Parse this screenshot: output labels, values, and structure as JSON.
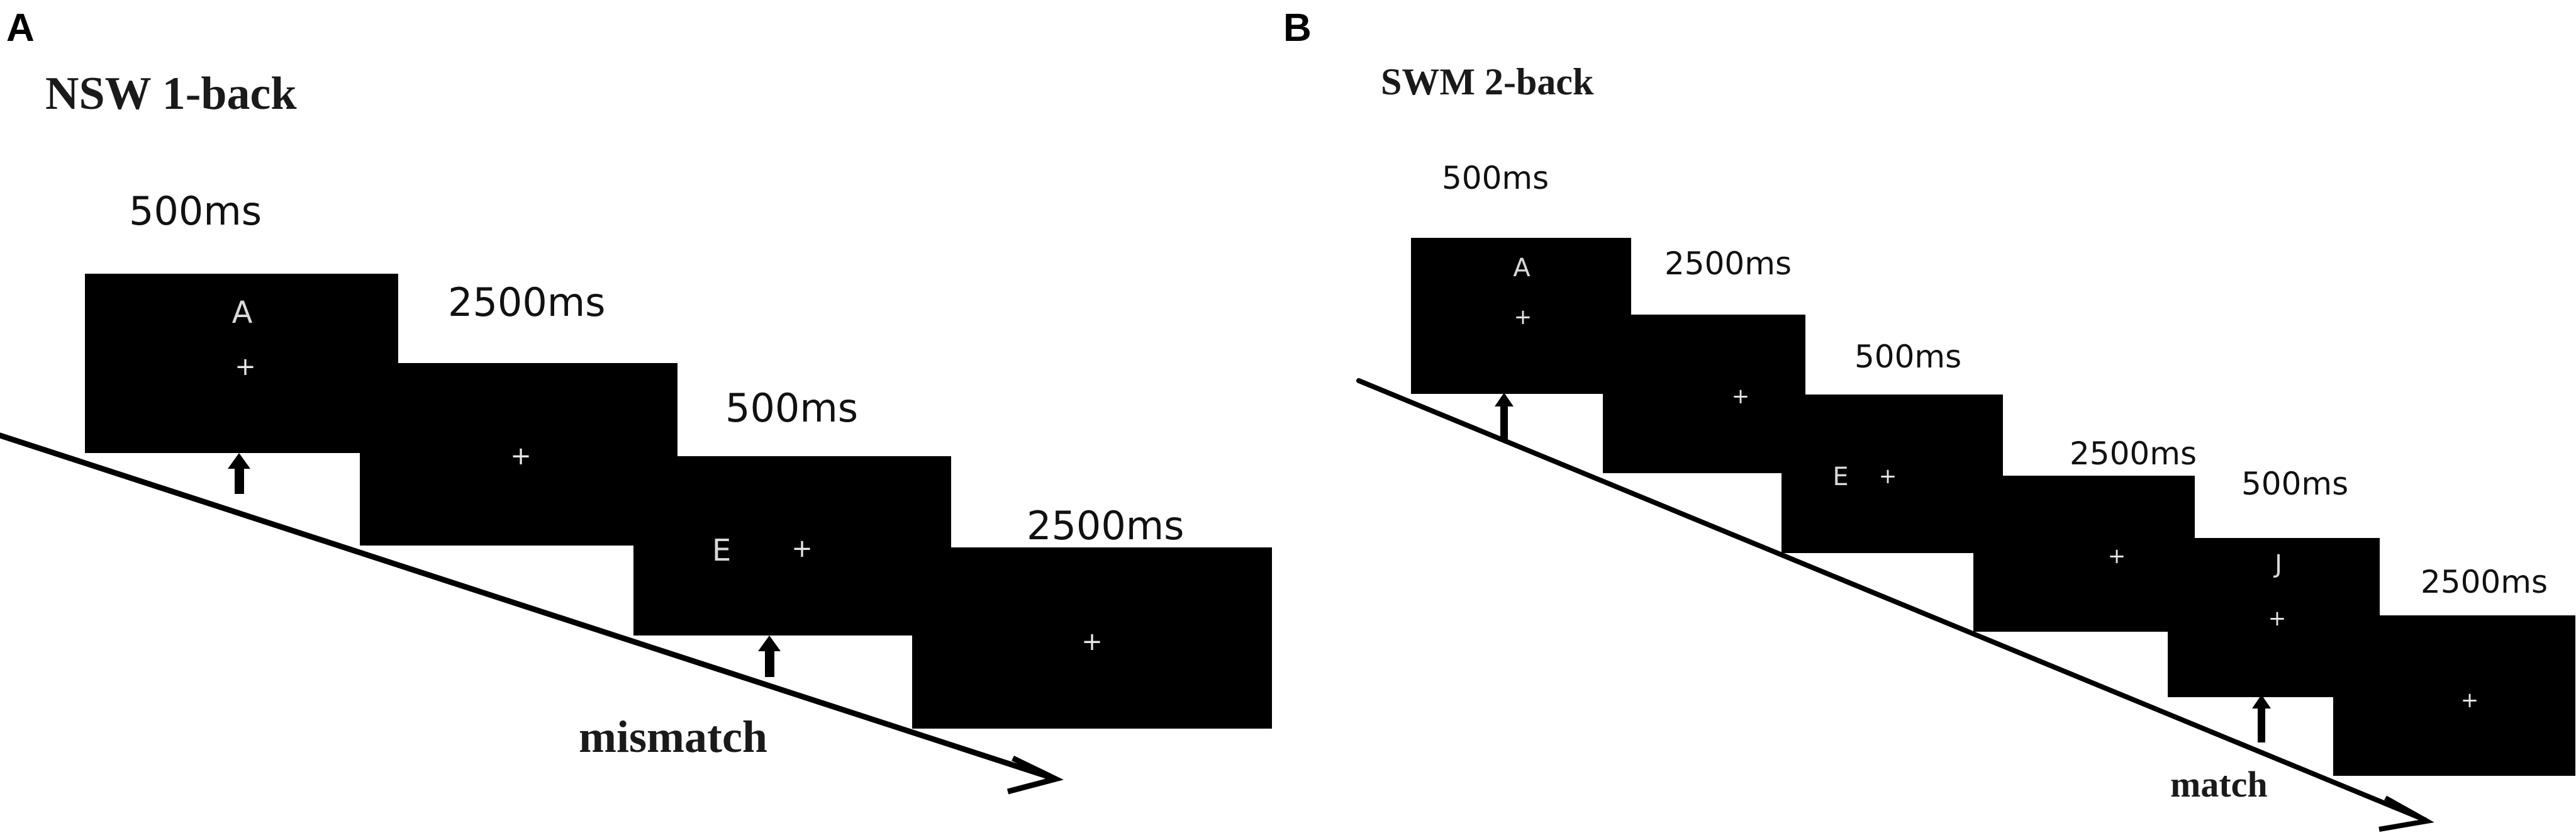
{
  "panels": [
    {
      "label": "A",
      "title": "NSW 1-back",
      "screens": [
        {
          "timing": "500ms",
          "letter": "A",
          "fixation": "+"
        },
        {
          "timing": "2500ms",
          "letter": "",
          "fixation": "+"
        },
        {
          "timing": "500ms",
          "letter": "E",
          "fixation": "+"
        },
        {
          "timing": "2500ms",
          "letter": "",
          "fixation": "+"
        }
      ],
      "response_label": "mismatch"
    },
    {
      "label": "B",
      "title": "SWM 2-back",
      "screens": [
        {
          "timing": "500ms",
          "letter": "A",
          "fixation": "+"
        },
        {
          "timing": "2500ms",
          "letter": "",
          "fixation": "+"
        },
        {
          "timing": "500ms",
          "letter": "E",
          "fixation": "+"
        },
        {
          "timing": "2500ms",
          "letter": "",
          "fixation": "+"
        },
        {
          "timing": "500ms",
          "letter": "J",
          "fixation": "+"
        },
        {
          "timing": "2500ms",
          "letter": "",
          "fixation": "+"
        }
      ],
      "response_label": "match"
    }
  ]
}
